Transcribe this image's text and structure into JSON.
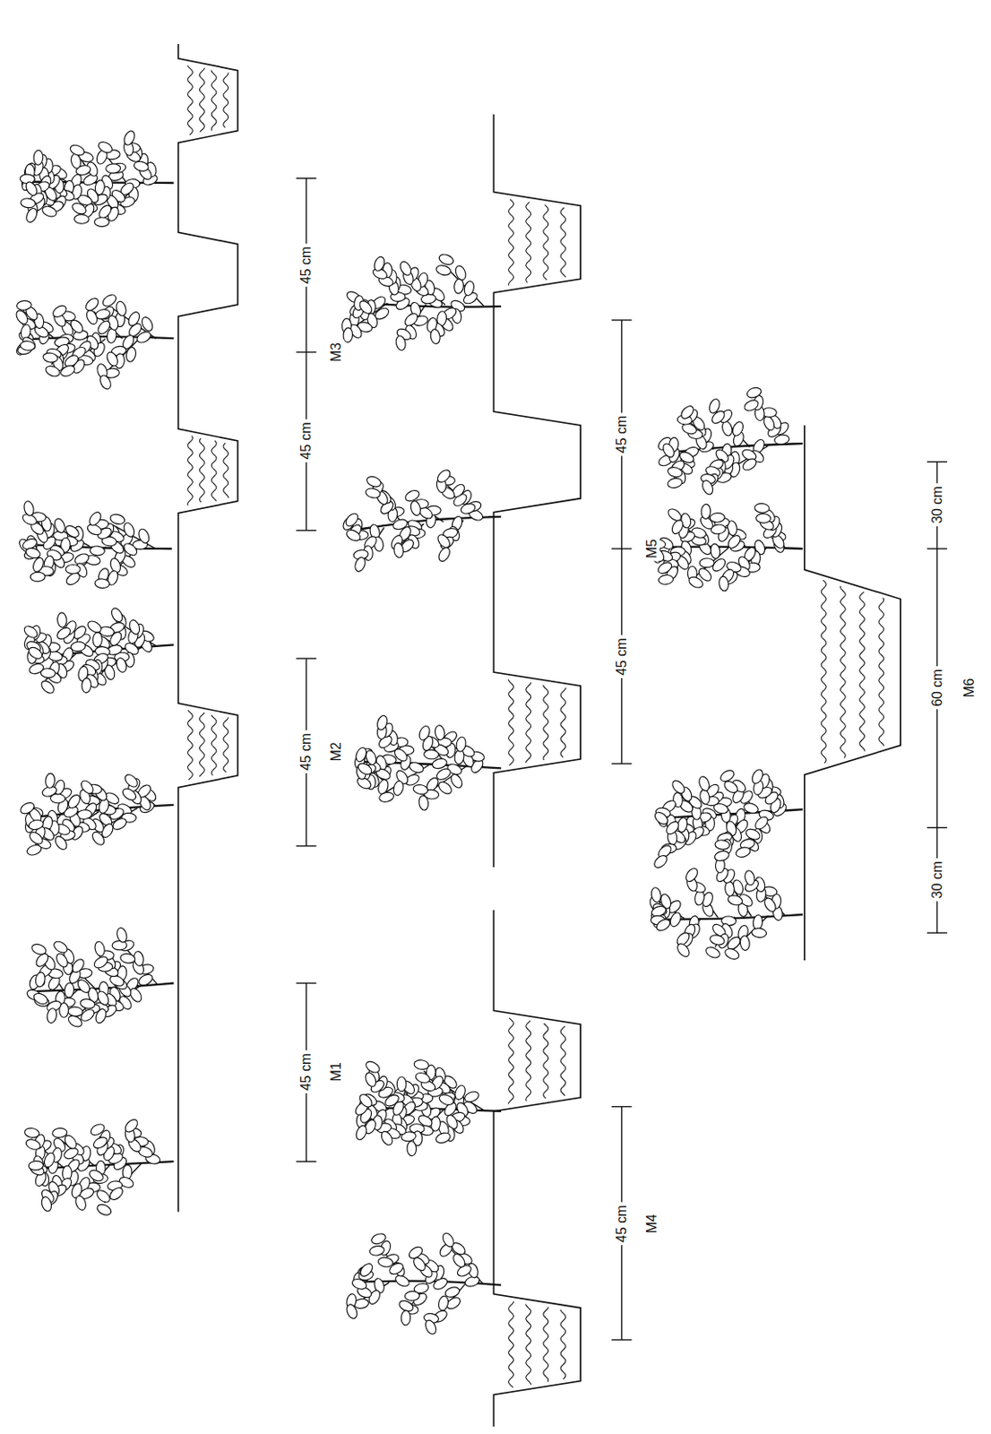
{
  "diagram": {
    "labels": [
      "45 cm",
      "M1",
      "45 cm",
      "M2",
      "45 cm",
      "45 cm",
      "M3",
      "45 cm",
      "M4",
      "45 cm",
      "45 cm",
      "M5",
      "30 cm",
      "60 cm",
      "30 cm",
      "M6"
    ]
  }
}
